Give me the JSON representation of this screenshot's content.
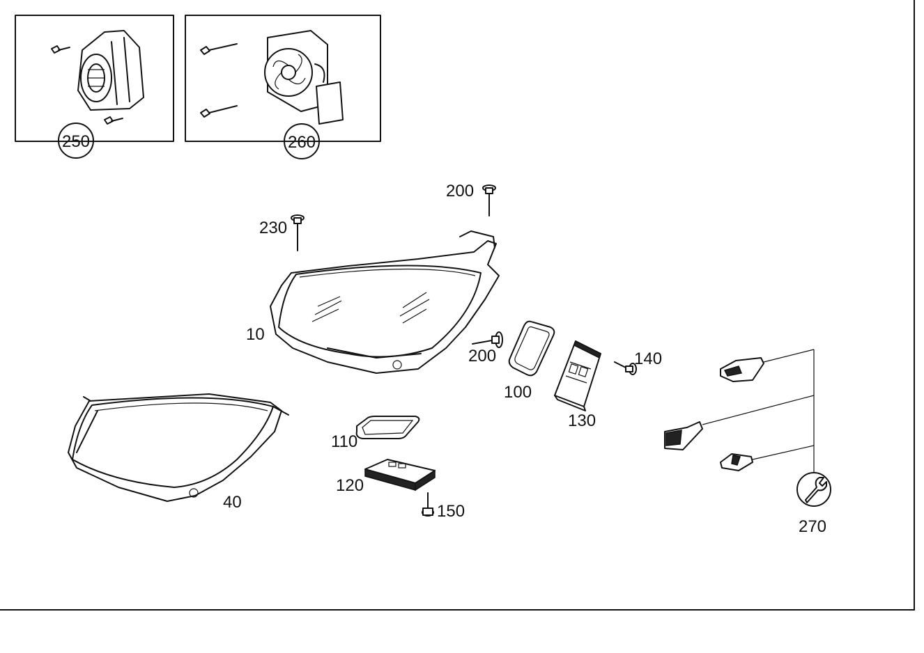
{
  "diagram": {
    "callouts": {
      "c250": "250",
      "c260": "260",
      "c270": "270"
    },
    "labels": {
      "p10": "10",
      "p40": "40",
      "p100": "100",
      "p110": "110",
      "p120": "120",
      "p130": "130",
      "p140": "140",
      "p150": "150",
      "p200a": "200",
      "p200b": "200",
      "p230": "230"
    }
  }
}
